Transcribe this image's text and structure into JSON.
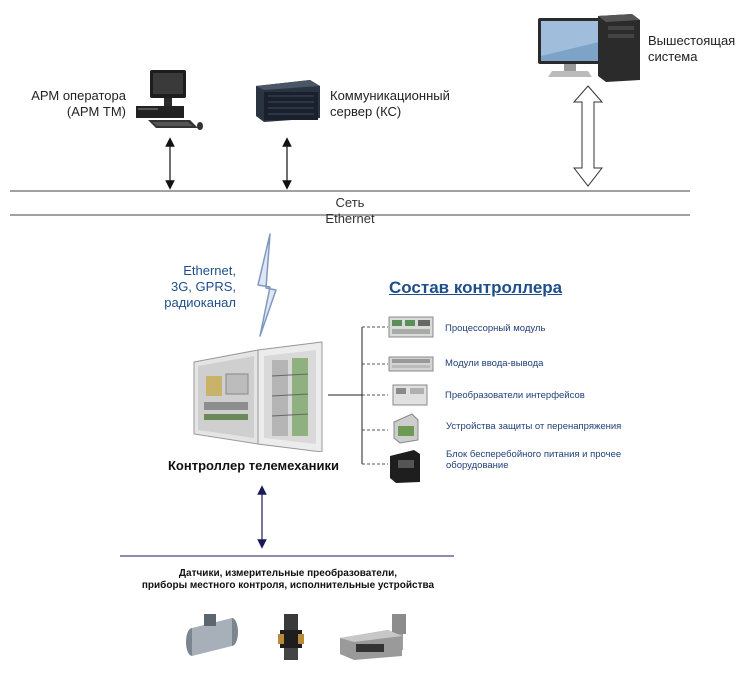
{
  "top": {
    "arm": "АРМ оператора (АРМ ТМ)",
    "arm_line1": "АРМ оператора",
    "arm_line2": "(АРМ ТМ)",
    "server_line1": "Коммуникационный",
    "server_line2": "сервер (КС)",
    "upper_line1": "Вышестоящая",
    "upper_line2": "система"
  },
  "network": {
    "label": "Сеть Ethernet"
  },
  "channel": {
    "line1": "Ethernet,",
    "line2": "3G, GPRS,",
    "line3": "радиоканал"
  },
  "composition": {
    "title": "Состав контроллера",
    "items": [
      {
        "label": "Процессорный модуль"
      },
      {
        "label": "Модули ввода-вывода"
      },
      {
        "label": "Преобразователи интерфейсов"
      },
      {
        "label": "Устройства защиты от перенапряжения"
      },
      {
        "label_line1": "Блок бесперебойного питания и прочее",
        "label_line2": "оборудование"
      }
    ]
  },
  "controller": {
    "label": "Контроллер телемеханики"
  },
  "field": {
    "line1": "Датчики, измерительные преобразователи,",
    "line2": "приборы местного контроля, исполнительные устройства"
  },
  "colors": {
    "accent_blue": "#1f4f8a",
    "bolt": "#8aa2c8",
    "dark_arrow": "#1a1a5a"
  }
}
